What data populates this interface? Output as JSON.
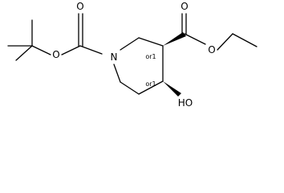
{
  "molecule": {
    "atoms": {
      "o_boc_ether": "O",
      "o_boc_carbonyl": "O",
      "n_ring": "N",
      "o_ester_ether": "O",
      "o_ester_carbonyl": "O",
      "hydroxyl": "HO"
    },
    "stereo_labels": {
      "c3": "or1",
      "c4": "or1"
    }
  }
}
